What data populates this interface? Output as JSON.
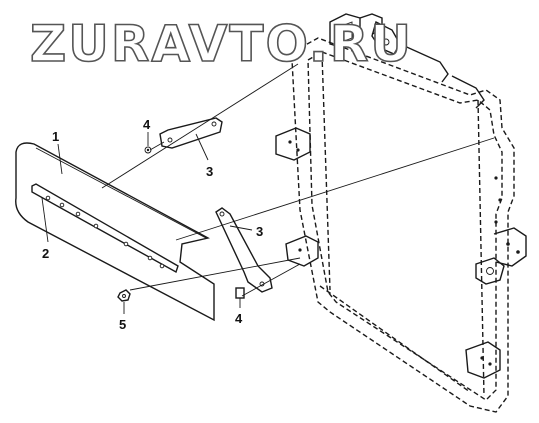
{
  "watermark": "ZURAVTO.RU",
  "callouts": {
    "c1": "1",
    "c2": "2",
    "c3a": "3",
    "c3b": "3",
    "c4a": "4",
    "c4b": "4",
    "c5": "5"
  }
}
